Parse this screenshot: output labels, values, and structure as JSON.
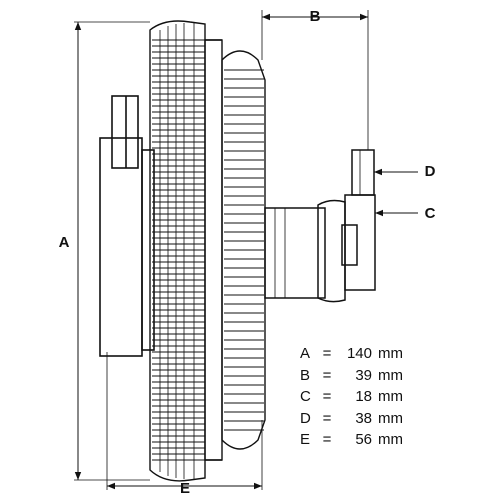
{
  "dimension_labels": [
    "A",
    "B",
    "C",
    "D",
    "E"
  ],
  "specs": [
    {
      "key": "A",
      "eq": "=",
      "value": "140",
      "unit": "mm"
    },
    {
      "key": "B",
      "eq": "=",
      "value": "39",
      "unit": "mm"
    },
    {
      "key": "C",
      "eq": "=",
      "value": "18",
      "unit": "mm"
    },
    {
      "key": "D",
      "eq": "=",
      "value": "38",
      "unit": "mm"
    },
    {
      "key": "E",
      "eq": "=",
      "value": "56",
      "unit": "mm"
    }
  ]
}
